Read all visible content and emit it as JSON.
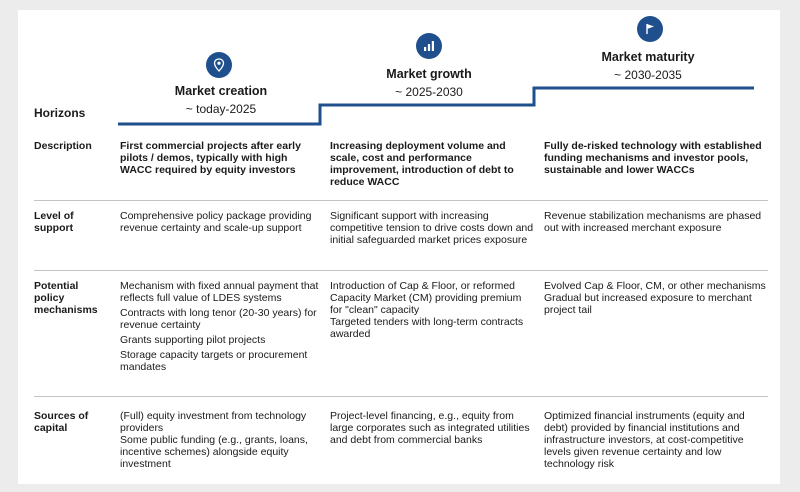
{
  "horizons_label": "Horizons",
  "phases": [
    {
      "title": "Market creation",
      "range": "~ today-2025",
      "icon": "location-pin-icon"
    },
    {
      "title": "Market growth",
      "range": "~ 2025-2030",
      "icon": "bar-chart-icon"
    },
    {
      "title": "Market maturity",
      "range": "~ 2030-2035",
      "icon": "flag-icon"
    }
  ],
  "rows": [
    {
      "label": "Description",
      "bold": true,
      "cells": [
        "First commercial projects after early pilots / demos, typically with high WACC required by equity investors",
        "Increasing deployment volume and scale, cost and performance improvement, introduction of debt to reduce WACC",
        "Fully de-risked technology with established funding mechanisms and investor pools, sustainable and lower WACCs"
      ]
    },
    {
      "label": "Level of support",
      "bold": false,
      "cells": [
        "Comprehensive policy package providing revenue certainty and scale-up support",
        "Significant support with increasing competitive tension to drive costs down and initial safeguarded market prices exposure",
        "Revenue stabilization mechanisms are phased out with increased merchant exposure"
      ]
    },
    {
      "label": "Potential policy mechanisms",
      "bold": false,
      "cells": [
        [
          "Mechanism with fixed annual payment that reflects full value of LDES systems",
          "Contracts with long tenor (20-30 years) for revenue certainty",
          "Grants supporting pilot projects",
          "Storage capacity targets or procurement mandates"
        ],
        [
          "Introduction of Cap & Floor, or reformed Capacity Market (CM) providing premium for \"clean\" capacity",
          "Targeted tenders with long-term contracts awarded"
        ],
        [
          "Evolved Cap & Floor, CM, or other mechanisms",
          "Gradual but increased exposure to merchant project tail"
        ]
      ]
    },
    {
      "label": "Sources of capital",
      "bold": false,
      "cells": [
        [
          "(Full) equity investment from technology providers",
          "Some public funding (e.g., grants, loans, incentive schemes) alongside equity investment"
        ],
        [
          "Project-level financing, e.g., equity from large corporates such as integrated utilities and debt from commercial banks"
        ],
        [
          "Optimized financial instruments (equity and debt) provided by financial institutions and infrastructure investors, at cost-competitive levels given revenue certainty and low technology risk"
        ]
      ]
    }
  ],
  "colors": {
    "accent": "#1f4f8c",
    "divider": "#c4c4c4"
  }
}
